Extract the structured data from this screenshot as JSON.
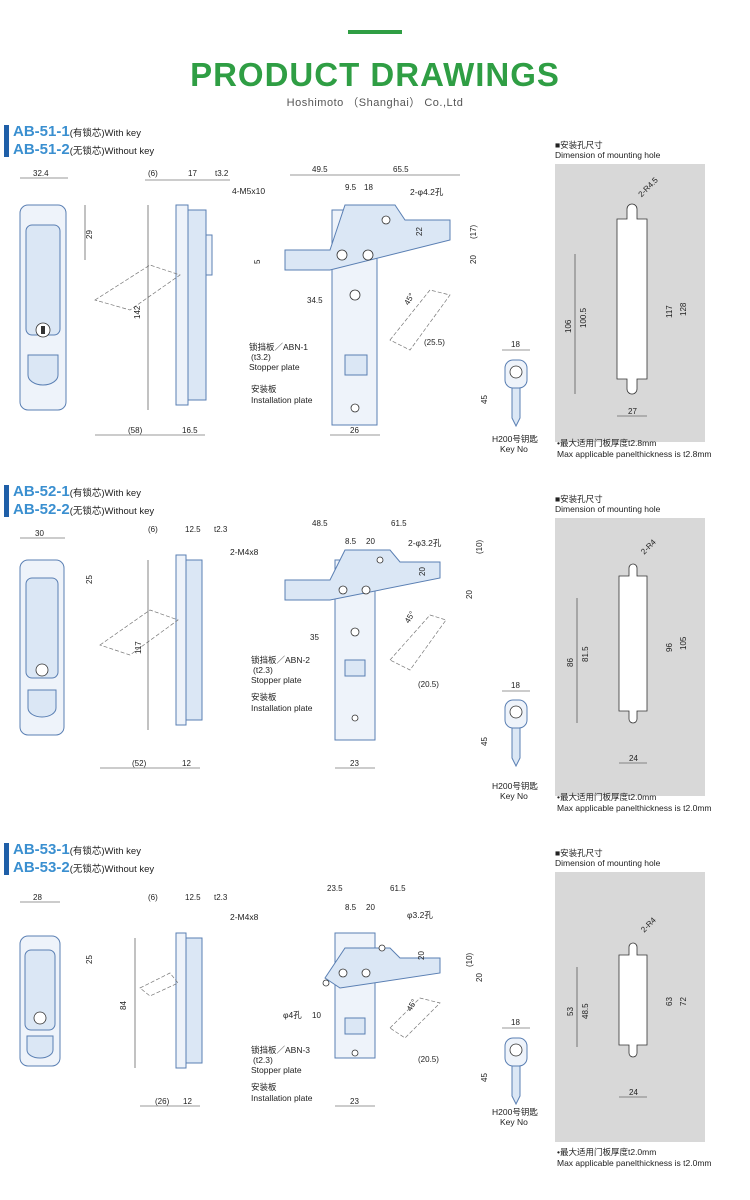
{
  "header": {
    "title": "PRODUCT DRAWINGS",
    "company": "Hoshimoto （Shanghai） Co.,Ltd"
  },
  "colors": {
    "accent_green": "#2f9e44",
    "model_blue": "#3a8fd0",
    "panel_grey": "#d8d8d8"
  },
  "sections": [
    {
      "model_1": "AB-51-1",
      "model_1_note": "(有锁芯)With key",
      "model_2": "AB-51-2",
      "model_2_note": "(无锁芯)Without key",
      "front": {
        "width": "32.4",
        "top": "29"
      },
      "side": {
        "a": "(6)",
        "b": "17",
        "c": "t3.2",
        "height": "142",
        "bottom_a": "(58)",
        "bottom_b": "16.5",
        "screw": "4-M5x10"
      },
      "stopper_cn": "锁挡板／ABN-1",
      "stopper_t": "(t3.2)",
      "stopper_en": "Stopper plate",
      "install_cn": "安装板",
      "install_en": "Installation plate",
      "back": {
        "w1": "49.5",
        "w2": "65.5",
        "w3": "9.5",
        "w4": "18",
        "hole": "2-φ4.2孔",
        "v1": "22",
        "v2": "(17)",
        "v3": "20",
        "v4": "5",
        "h1": "34.5",
        "angle": "45°",
        "r": "(25.5)",
        "bottom": "26"
      },
      "key": {
        "w": "18",
        "h": "45",
        "cn": "H200号钥匙",
        "en": "Key No"
      },
      "hole_cn": "■安装孔尺寸",
      "hole_en": "Dimension of mounting hole",
      "hole_dims": {
        "r": "2-R4.5",
        "a": "106",
        "b": "100.5",
        "c": "117",
        "d": "128",
        "w": "27"
      },
      "note_cn": "•最大适用门板厚度t2.8mm",
      "note_en": "Max applicable panelthickness is t2.8mm"
    },
    {
      "model_1": "AB-52-1",
      "model_1_note": "(有锁芯)With key",
      "model_2": "AB-52-2",
      "model_2_note": "(无锁芯)Without key",
      "front": {
        "width": "30",
        "top": "25"
      },
      "side": {
        "a": "(6)",
        "b": "12.5",
        "c": "t2.3",
        "height": "117",
        "bottom_a": "(52)",
        "bottom_b": "12",
        "screw": "2-M4x8"
      },
      "stopper_cn": "锁挡板／ABN-2",
      "stopper_t": "(t2.3)",
      "stopper_en": "Stopper plate",
      "install_cn": "安装板",
      "install_en": "Installation plate",
      "back": {
        "w1": "48.5",
        "w2": "61.5",
        "w3": "8.5",
        "w4": "20",
        "hole": "2-φ3.2孔",
        "v1": "20",
        "v2": "(10)",
        "v3": "20",
        "v4": "",
        "h1": "35",
        "angle": "45°",
        "r": "(20.5)",
        "bottom": "23"
      },
      "key": {
        "w": "18",
        "h": "45",
        "cn": "H200号钥匙",
        "en": "Key No"
      },
      "hole_cn": "■安装孔尺寸",
      "hole_en": "Dimension of mounting hole",
      "hole_dims": {
        "r": "2-R4",
        "a": "86",
        "b": "81.5",
        "c": "96",
        "d": "105",
        "w": "24"
      },
      "note_cn": "•最大适用门板厚度t2.0mm",
      "note_en": "Max applicable panelthickness is t2.0mm"
    },
    {
      "model_1": "AB-53-1",
      "model_1_note": "(有锁芯)With key",
      "model_2": "AB-53-2",
      "model_2_note": "(无锁芯)Without key",
      "front": {
        "width": "28",
        "top": "25"
      },
      "side": {
        "a": "(6)",
        "b": "12.5",
        "c": "t2.3",
        "height": "84",
        "bottom_a": "(26)",
        "bottom_b": "12",
        "screw": "2-M4x8"
      },
      "stopper_cn": "锁挡板／ABN-3",
      "stopper_t": "(t2.3)",
      "stopper_en": "Stopper plate",
      "install_cn": "安装板",
      "install_en": "Installation plate",
      "back": {
        "w1": "23.5",
        "w2": "61.5",
        "w3": "8.5",
        "w4": "20",
        "hole": "φ3.2孔",
        "v1": "20",
        "v2": "(10)",
        "v3": "20",
        "v4": "",
        "h1": "10",
        "phi": "φ4孔",
        "angle": "45°",
        "r": "(20.5)",
        "bottom": "23"
      },
      "key": {
        "w": "18",
        "h": "45",
        "cn": "H200号钥匙",
        "en": "Key No"
      },
      "hole_cn": "■安装孔尺寸",
      "hole_en": "Dimension of mounting hole",
      "hole_dims": {
        "r": "2-R4",
        "a": "53",
        "b": "48.5",
        "c": "63",
        "d": "72",
        "w": "24"
      },
      "note_cn": "•最大适用门板厚度t2.0mm",
      "note_en": "Max applicable panelthickness is t2.0mm"
    }
  ]
}
